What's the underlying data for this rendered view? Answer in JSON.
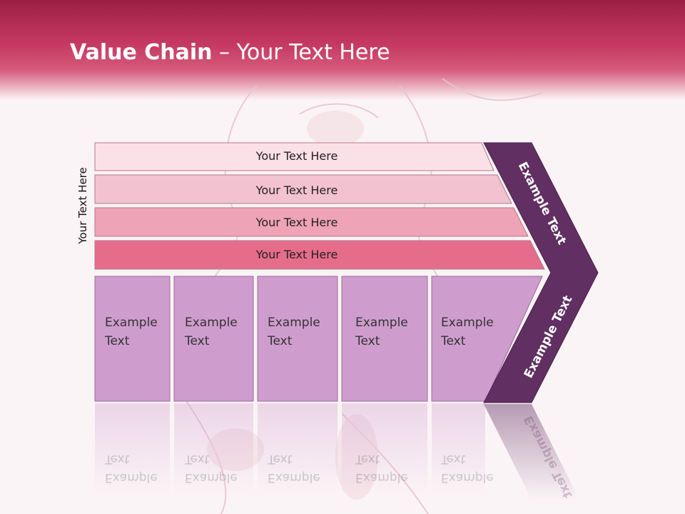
{
  "slide": {
    "title_bold": "Value Chain",
    "title_rest": " – Your Text Here",
    "side_label": "Your Text Here"
  },
  "bars": [
    {
      "label": "Your Text Here",
      "color": "#fbe0e8"
    },
    {
      "label": "Your Text Here",
      "color": "#f3c2d0"
    },
    {
      "label": "Your Text Here",
      "color": "#eea3b7"
    },
    {
      "label": "Your Text Here",
      "color": "#e66c8b"
    }
  ],
  "cells": [
    {
      "line1": "Example",
      "line2": "Text"
    },
    {
      "line1": "Example",
      "line2": "Text"
    },
    {
      "line1": "Example",
      "line2": "Text"
    },
    {
      "line1": "Example",
      "line2": "Text"
    },
    {
      "line1": "Example",
      "line2": "Text"
    }
  ],
  "chevron": {
    "top_label": "Example Text",
    "bottom_label": "Example Text",
    "color": "#612f62"
  },
  "colors": {
    "header": "#c63a62",
    "cell_fill": "#cf9dcd",
    "cell_border": "#9b6b98"
  }
}
